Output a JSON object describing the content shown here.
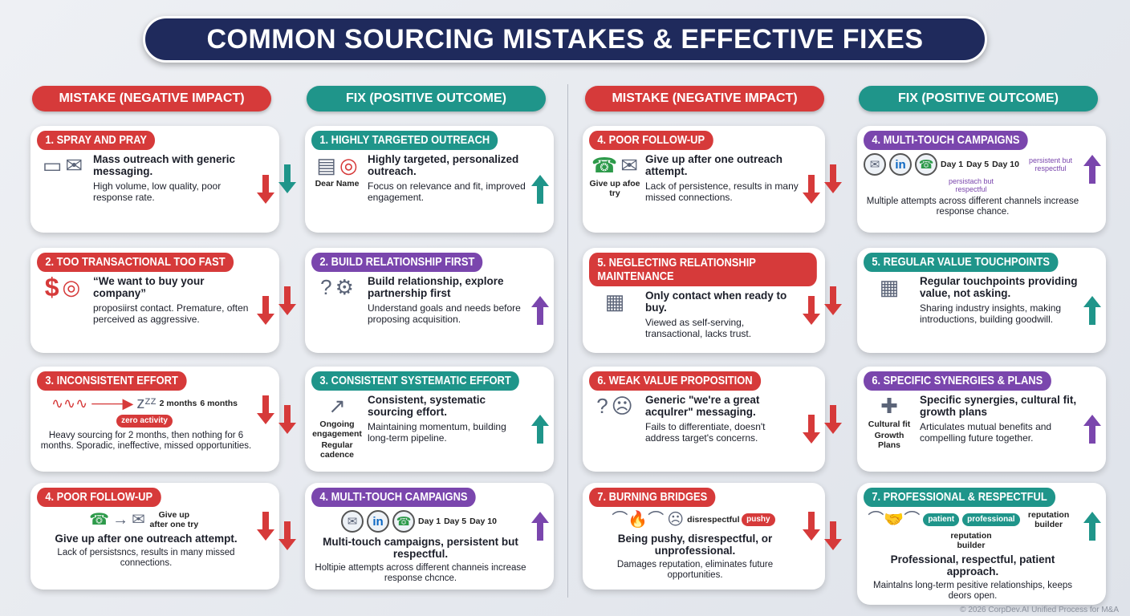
{
  "title": "COMMON SOURCING MISTAKES & EFFECTIVE FIXES",
  "colors": {
    "mistake": "#d63a3a",
    "teal": "#1f958a",
    "purple": "#7a46ad",
    "navy": "#1f2a5c"
  },
  "column_headers": [
    "MISTAKE (NEGATIVE IMPACT)",
    "FIX (POSITIVE OUTCOME)",
    "MISTAKE (NEGATIVE IMPACT)",
    "FIX (POSITIVE OUTCOME)"
  ],
  "left": [
    {
      "mistake": {
        "title": "1. SPRAY AND PRAY",
        "main": "Mass outreach with generic messaging.",
        "sub": "High volume, low quality, poor response rate.",
        "icons": [
          "mailbox-icon",
          "envelope-icon"
        ],
        "glyphs": [
          "▭",
          "✉"
        ],
        "labels": []
      },
      "between_arrow": "teal",
      "fix": {
        "title": "1. HIGHLY TARGETED OUTREACH",
        "color": "teal",
        "main": "Highly targeted, personalized outreach.",
        "sub": "Focus on relevance and fit, improved engagement.",
        "icons": [
          "letter-icon",
          "target-icon"
        ],
        "glyphs": [
          "▤",
          "◎"
        ],
        "labels": [
          "Dear Name"
        ]
      }
    },
    {
      "mistake": {
        "title": "2. TOO TRANSACTIONAL TOO FAST",
        "main": "“We want to buy your company”",
        "sub": "proposiirst contact. Premature, often perceived as aggressive.",
        "icons": [
          "dollar-icon",
          "target-icon"
        ],
        "glyphs": [
          "$",
          "◎"
        ],
        "labels": []
      },
      "between_arrow": "red",
      "fix": {
        "title": "2. BUILD RELATIONSHIP FIRST",
        "color": "purple",
        "main": "Build relationship, explore partnership first",
        "sub": "Understand goals and needs before proposing acquisition.",
        "icons": [
          "question-icon",
          "gear-icon",
          "meeting-icon"
        ],
        "glyphs": [
          "?",
          "⚙"
        ],
        "labels": []
      }
    },
    {
      "mistake": {
        "title": "3. INCONSISTENT EFFORT",
        "layout": "stack",
        "main": "",
        "sub": "Heavy sourcing for 2 months, then nothing for 6 months. Sporadic, ineffective, missed opportunities.",
        "icons": [
          "activity-line-icon",
          "sleep-icon"
        ],
        "glyphs": [
          "∿∿∿ ───▶",
          "zᶻᶻ"
        ],
        "labels": [
          "2 months",
          "6 months",
          "zero activity"
        ]
      },
      "between_arrow": "red",
      "fix": {
        "title": "3. CONSISTENT SYSTEMATIC EFFORT",
        "color": "teal",
        "main": "Consistent, systematic sourcing effort.",
        "sub": "Maintaining momentum, building long-term pipeline.",
        "icons": [
          "growth-chart-icon",
          "calendar-icon"
        ],
        "glyphs": [
          "↗"
        ],
        "labels": [
          "Ongoing engagement",
          "Regular cadence"
        ]
      }
    },
    {
      "mistake": {
        "title": "4. POOR FOLLOW-UP",
        "layout": "stack",
        "main": "Give up after one outreach attempt.",
        "sub": "Lack of persistsncs, results in many missed connections.",
        "icons": [
          "phone-icon",
          "envelope-icon",
          "thought-bubble-icon"
        ],
        "glyphs": [
          "☎",
          "→",
          "✉"
        ],
        "labels": [
          "Give up after one try"
        ]
      },
      "between_arrow": "red",
      "fix": {
        "title": "4. MULTI-TOUCH CAMPAIGNS",
        "color": "purple",
        "layout": "stack",
        "main": "Multi-touch campaigns, persistent but respectful.",
        "sub": "Holtipie attempts across different channeis increase response chcnce.",
        "icons": [
          "envelope-icon",
          "linkedin-icon",
          "phone-icon"
        ],
        "glyphs": [
          "✉",
          "in",
          "☎"
        ],
        "labels": [
          "Day 1",
          "Day 5",
          "Day 10"
        ]
      }
    }
  ],
  "right": [
    {
      "mistake": {
        "title": "4. POOR FOLLOW-UP",
        "main": "Give up after one outreach attempt.",
        "sub": "Lack of persistence, results in many missed connections.",
        "icons": [
          "phone-icon",
          "envelope-icon",
          "thought-bubble-icon"
        ],
        "glyphs": [
          "☎",
          "✉"
        ],
        "labels": [
          "Give up afoe try"
        ]
      },
      "between_arrow": "red",
      "fix": {
        "title": "4. MULTI-TOUCH CAMPAIGNS",
        "color": "purple",
        "layout": "stack",
        "main": "",
        "sub": "Multiple attempts across different channels increase response chance.",
        "icons": [
          "envelope-icon",
          "linkedin-icon",
          "phone-icon"
        ],
        "glyphs": [
          "✉",
          "in",
          "☎"
        ],
        "labels": [
          "Day 1",
          "Day 5",
          "Day 10"
        ],
        "arrow_labels": [
          "persistent but respectful",
          "persistach but respectful"
        ]
      }
    },
    {
      "mistake": {
        "title": "5. NEGLECTING RELATIONSHIP MAINTENANCE",
        "two": true,
        "main": "Only contact when ready to buy.",
        "sub": "Viewed as self-serving, transactional, lacks trust.",
        "icons": [
          "calendar-icon",
          "cobweb-icon"
        ],
        "glyphs": [
          "▦"
        ],
        "labels": []
      },
      "between_arrow": "red",
      "fix": {
        "title": "5. REGULAR VALUE TOUCHPOINTS",
        "color": "teal",
        "main": "Regular touchpoints providing value, not asking.",
        "sub": "Sharing industry insights, making introductions, building goodwill.",
        "icons": [
          "calendar-icon"
        ],
        "glyphs": [
          "▦"
        ],
        "labels": []
      }
    },
    {
      "mistake": {
        "title": "6. WEAK VALUE PROPOSITION",
        "main": "Generic \"we're a great acqulrer\" messaging.",
        "sub": "Fails to differentiate, doesn't address target's concerns.",
        "icons": [
          "puzzle-icon",
          "sad-face-icon"
        ],
        "glyphs": [
          "?",
          "☹"
        ],
        "labels": []
      },
      "between_arrow": "red",
      "fix": {
        "title": "6. SPECIFIC SYNERGIES & PLANS",
        "color": "purple",
        "main": "Specific synergies, cultural fit, growth plans",
        "sub": "Articulates mutual benefits and compelling future together.",
        "icons": [
          "puzzle-icon"
        ],
        "glyphs": [
          "✚"
        ],
        "labels": [
          "Cultural fit",
          "Growth Plans"
        ]
      }
    },
    {
      "mistake": {
        "title": "7. BURNING BRIDGES",
        "layout": "stack",
        "main": "Being pushy, disrespectful, or unprofessional.",
        "sub": "Damages reputation, eliminates future opportunities.",
        "icons": [
          "burning-bridge-icon",
          "angry-person-icon"
        ],
        "glyphs": [
          "⌒🔥⌒",
          "☹"
        ],
        "labels": [
          "disrespectful",
          "pushy"
        ]
      },
      "between_arrow": "red",
      "fix": {
        "title": "7. PROFESSIONAL & RESPECTFUL",
        "color": "teal",
        "layout": "stack",
        "main": "Professional, respectful, patient approach.",
        "sub": "Maintalns long-term pesitive relationships, keeps deors open.",
        "icons": [
          "bridge-handshake-icon"
        ],
        "glyphs": [
          "⌒🤝⌒"
        ],
        "labels": [
          "patient",
          "professional",
          "reputation builder",
          "reputation builder"
        ]
      }
    }
  ],
  "footer": "© 2026 CorpDev.AI Unified Process for M&A"
}
